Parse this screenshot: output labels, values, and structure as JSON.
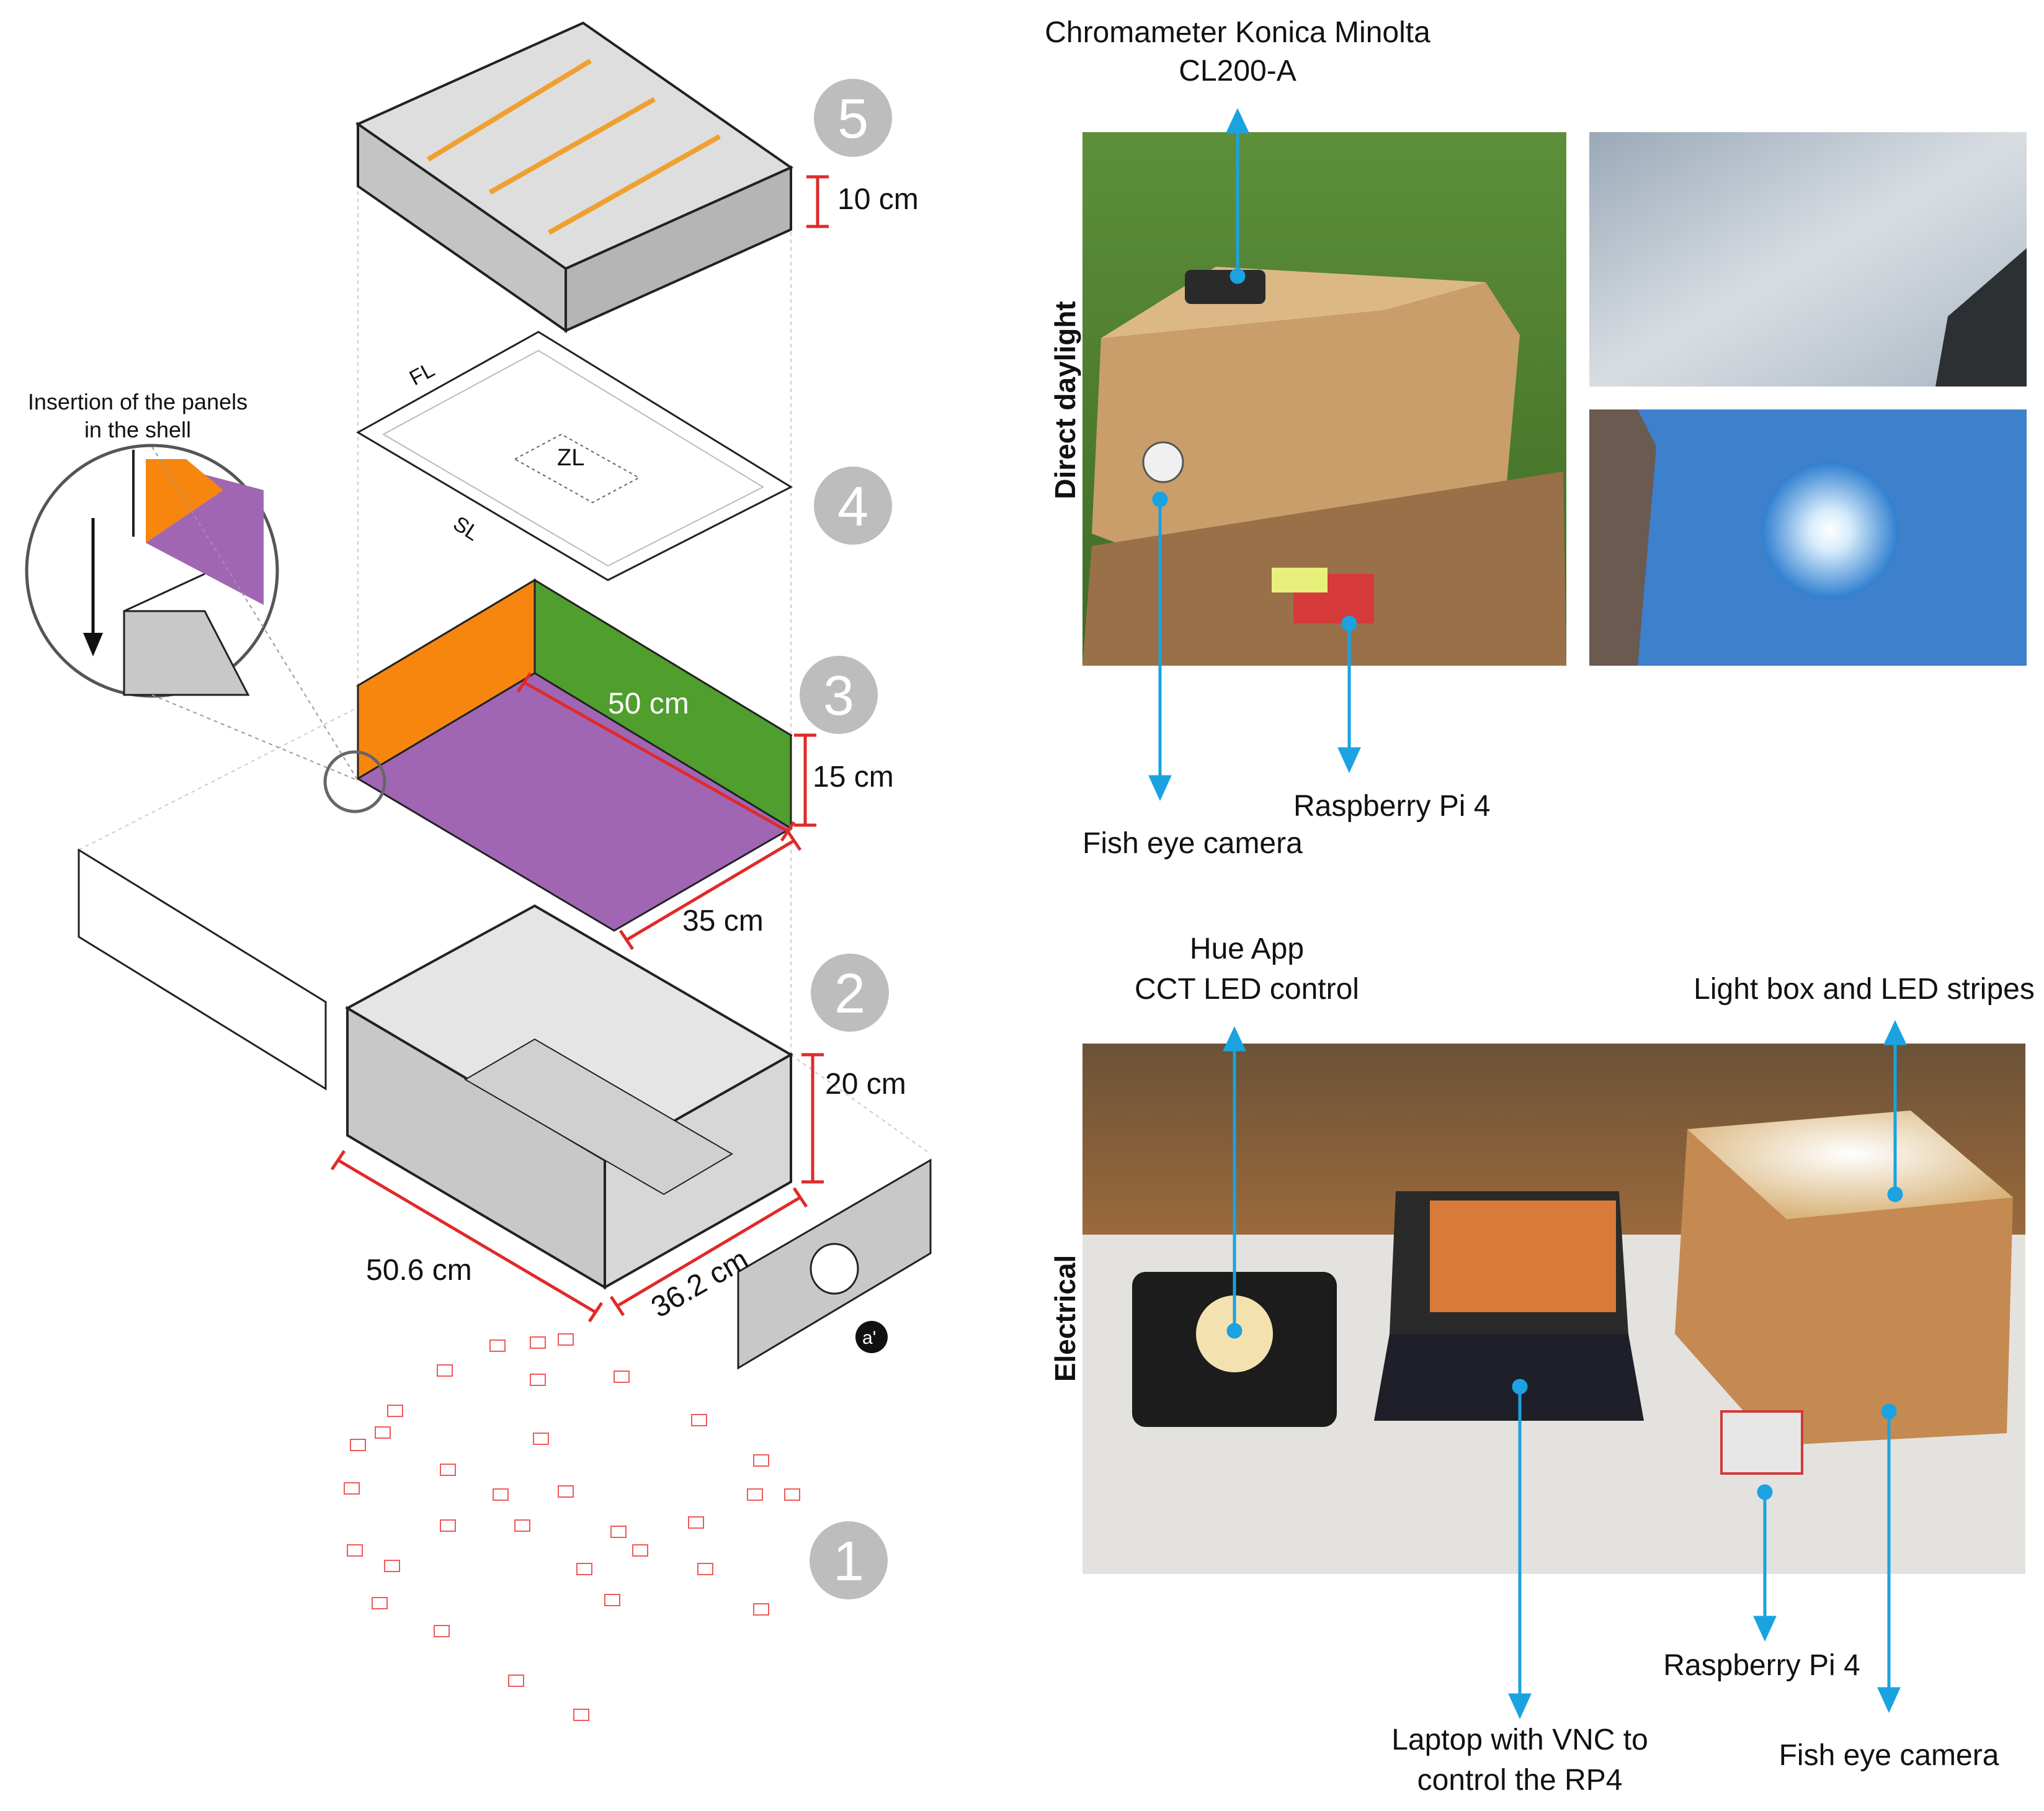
{
  "layer_numbers": [
    "5",
    "4",
    "3",
    "2",
    "1"
  ],
  "dimensions": {
    "lid_height": "10 cm",
    "panel_length": "50 cm",
    "panel_height": "15 cm",
    "panel_width": "35 cm",
    "shell_height": "20 cm",
    "shell_length": "50.6 cm",
    "shell_width": "36.2 cm"
  },
  "panel_labels": {
    "fl": "FL",
    "zl": "ZL",
    "sl": "SL"
  },
  "inset": {
    "line1": "Insertion of the panels",
    "line2": "in the shell"
  },
  "part_marker": "a'",
  "daylight": {
    "side_label": "Direct daylight",
    "chromameter_line1": "Chromameter Konica Minolta",
    "chromameter_line2": "CL200-A",
    "fisheye": "Fish eye camera",
    "raspberry": "Raspberry Pi 4"
  },
  "electrical": {
    "side_label": "Electrical",
    "hue_line1": "Hue App",
    "hue_line2": "CCT LED control",
    "lightbox": "Light box and LED stripes",
    "raspberry": "Raspberry Pi 4",
    "fisheye": "Fish eye camera",
    "laptop_line1": "Laptop with VNC to",
    "laptop_line2": "control the RP4"
  },
  "colors": {
    "orange_panel": "#f7860f",
    "green_panel": "#4f9e2e",
    "purple_panel": "#a066b4",
    "shell_grey": "#c8c8c8",
    "number_circle": "#bdbdbd",
    "dimension_red": "#e02a2a",
    "arrow_blue": "#1aa3e0",
    "strip_orange": "#f0a030"
  }
}
